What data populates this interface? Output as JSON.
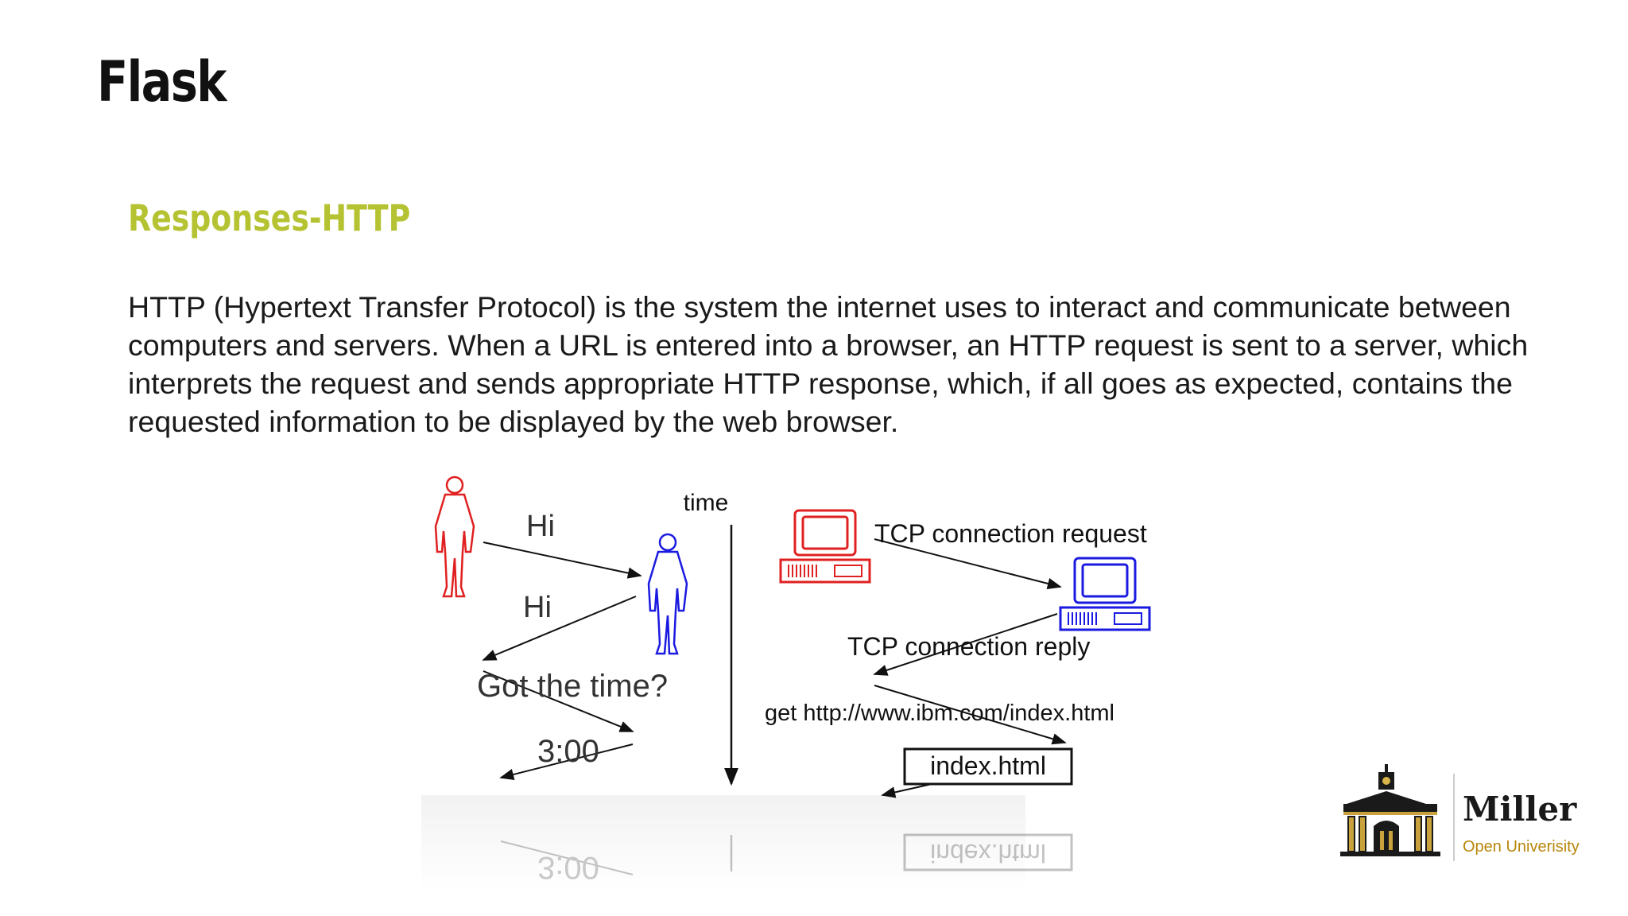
{
  "slide": {
    "title": "Flask",
    "subtitle": "Responses-HTTP",
    "body": "HTTP (Hypertext Transfer Protocol) is the system the internet uses to interact and communicate between computers and servers. When a URL is entered into a browser, an HTTP request is sent to a server, which interprets the request and sends appropriate HTTP response, which, if all goes as expected, contains the requested information to be displayed by the web browser."
  },
  "diagram": {
    "human_side": {
      "greeting_1": "Hi",
      "greeting_2": "Hi",
      "question": "Got the time?",
      "answer": "3:00",
      "person_1_color": "#e02020",
      "person_2_color": "#1a1ae0"
    },
    "time_label": "time",
    "computer_side": {
      "tcp_request": "TCP connection request",
      "tcp_reply": "TCP connection reply",
      "get_request": "get http://www.ibm.com/index.html",
      "response_file": "index.html",
      "client_color": "#e02020",
      "server_color": "#1a1ae0"
    }
  },
  "logo": {
    "name": "Miller",
    "tagline": "Open Univerisity"
  },
  "colors": {
    "accent": "#b5c332",
    "text": "#1a1a1a"
  }
}
